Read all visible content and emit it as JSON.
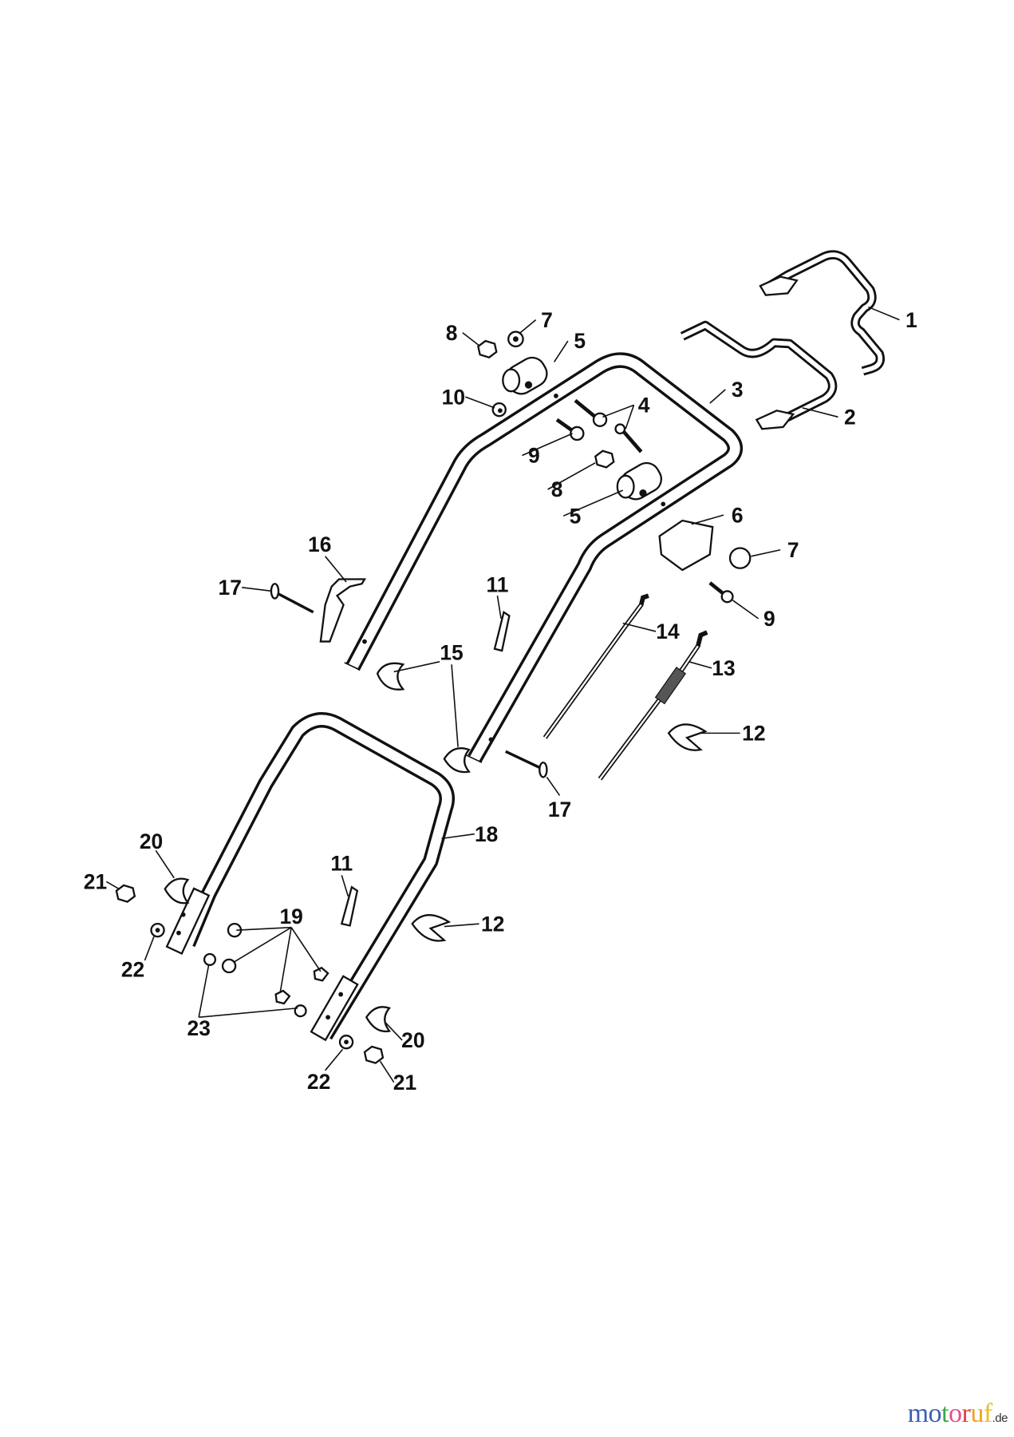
{
  "diagram": {
    "type": "exploded parts diagram - lawn mower handle assembly",
    "labels": [
      "1",
      "2",
      "3",
      "4",
      "5",
      "5",
      "6",
      "7",
      "7",
      "8",
      "8",
      "9",
      "9",
      "10",
      "11",
      "11",
      "12",
      "12",
      "13",
      "14",
      "15",
      "16",
      "17",
      "17",
      "18",
      "19",
      "20",
      "20",
      "21",
      "21",
      "22",
      "22",
      "23"
    ]
  },
  "logo": {
    "text": "motoruf",
    "suffix": ".de",
    "letter_colors": [
      "#3a5fb0",
      "#3a5fb0",
      "#3aa84a",
      "#e0508a",
      "#e04040",
      "#f0a020",
      "#e8c020"
    ]
  }
}
